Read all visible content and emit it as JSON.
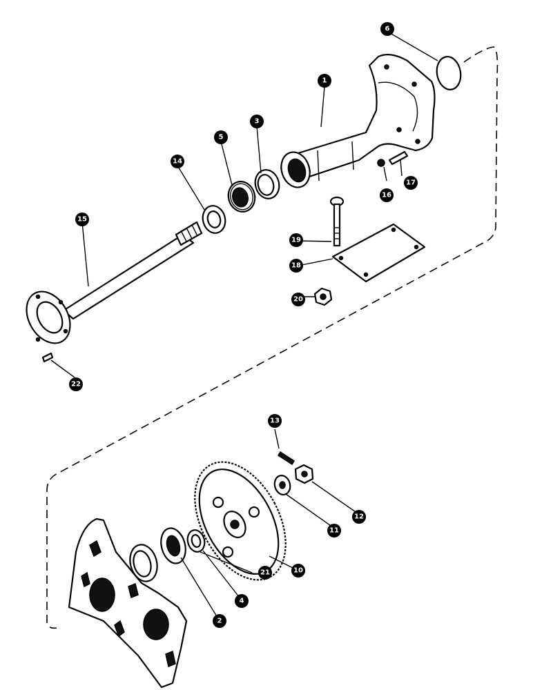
{
  "callouts": [
    {
      "id": "c1",
      "label": "1"
    },
    {
      "id": "c2",
      "label": "2"
    },
    {
      "id": "c3",
      "label": "3"
    },
    {
      "id": "c4",
      "label": "4"
    },
    {
      "id": "c5",
      "label": "5"
    },
    {
      "id": "c6",
      "label": "6"
    },
    {
      "id": "c10",
      "label": "10"
    },
    {
      "id": "c11",
      "label": "11"
    },
    {
      "id": "c12",
      "label": "12"
    },
    {
      "id": "c13",
      "label": "13"
    },
    {
      "id": "c14",
      "label": "14"
    },
    {
      "id": "c15",
      "label": "15"
    },
    {
      "id": "c16",
      "label": "16"
    },
    {
      "id": "c17",
      "label": "17"
    },
    {
      "id": "c18",
      "label": "18"
    },
    {
      "id": "c19",
      "label": "19"
    },
    {
      "id": "c20",
      "label": "20"
    },
    {
      "id": "c21",
      "label": "21"
    },
    {
      "id": "c22",
      "label": "22"
    }
  ]
}
